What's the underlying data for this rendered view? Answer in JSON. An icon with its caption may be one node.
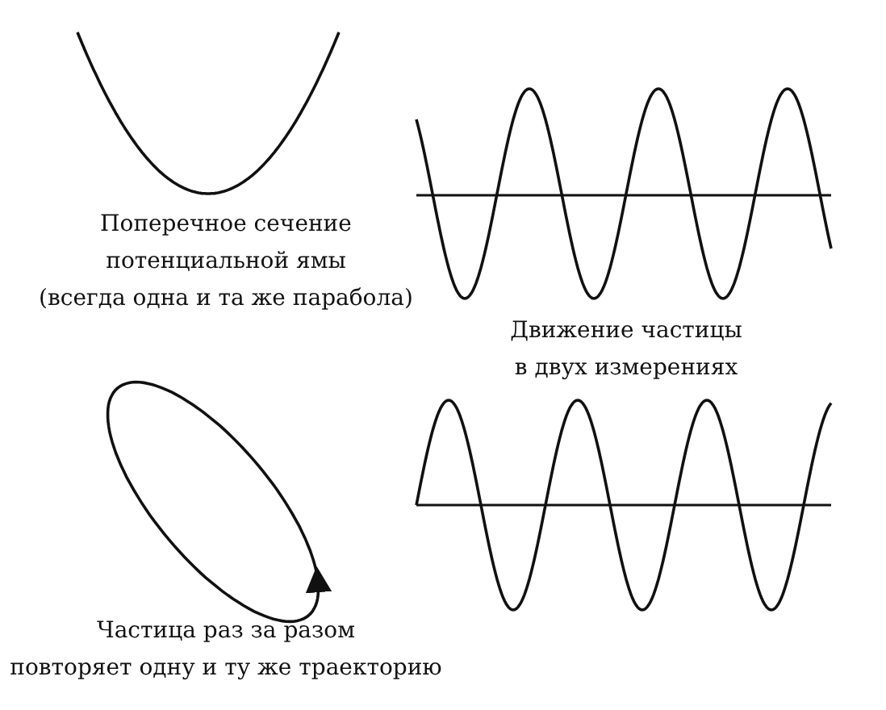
{
  "diagram": {
    "labels": [
      "Поперечное сечение потенциальной ямы (всегда одна и та же парабола)",
      "Движение частицы в двух измерениях",
      "Частица раз за разом повторяет одну и ту же траекторию"
    ]
  }
}
